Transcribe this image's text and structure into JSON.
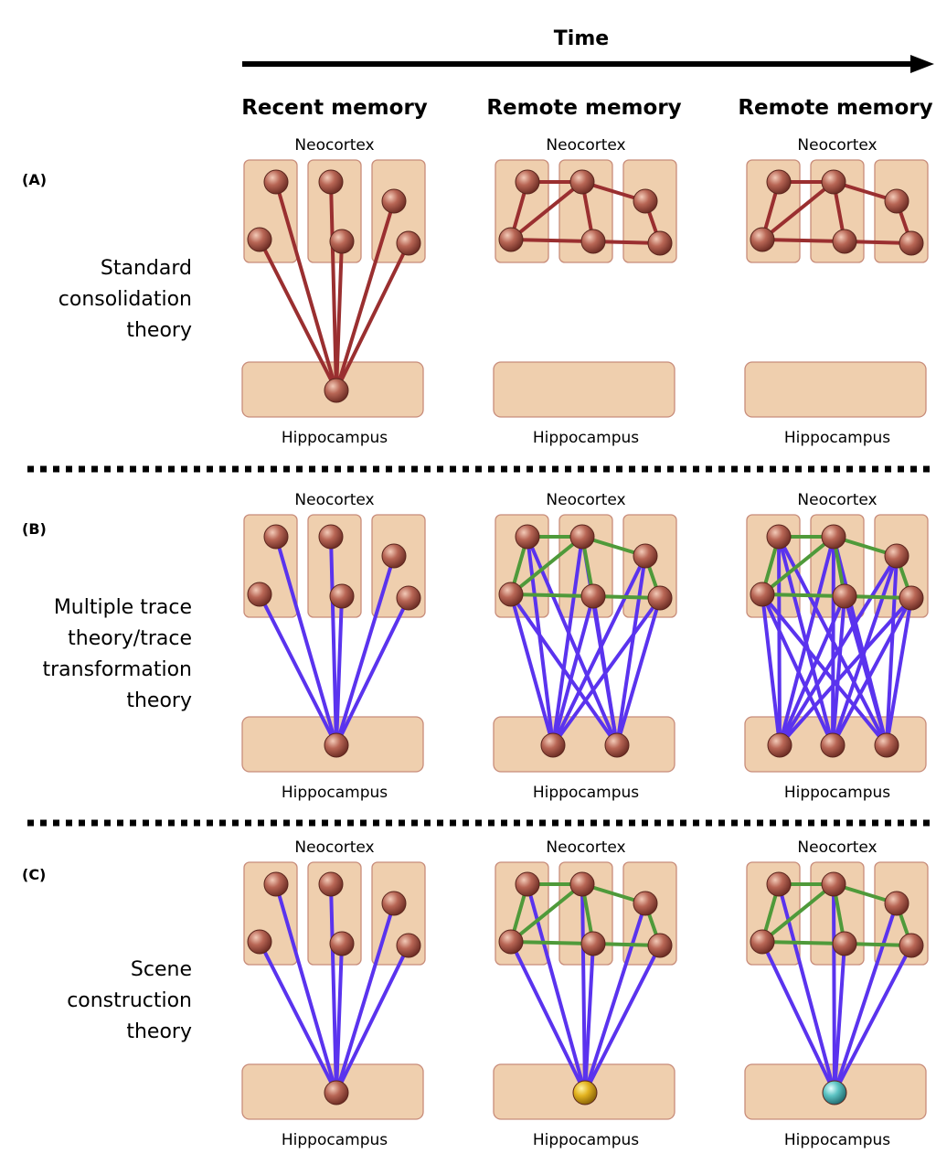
{
  "time_label": "Time",
  "columns": [
    "Recent memory",
    "Remote memory",
    "Remote memory"
  ],
  "region_labels": {
    "top": "Neocortex",
    "bottom": "Hippocampus"
  },
  "colors": {
    "box_fill": "#efcfae",
    "box_stroke": "#c88c7a",
    "neuron": "#b06050",
    "standard_link": "#9a2f30",
    "hippocampal_link": "#5a33ee",
    "cortical_link": "#4f9a3a",
    "scene_neuron_remote_1": "#e0b020",
    "scene_neuron_remote_2": "#58c0c0"
  },
  "panels": [
    {
      "id": "A",
      "label": "(A)",
      "theory_lines": [
        "Standard",
        "consolidation",
        "theory"
      ]
    },
    {
      "id": "B",
      "label": "(B)",
      "theory_lines": [
        "Multiple trace",
        "theory/trace",
        "transformation",
        "theory"
      ]
    },
    {
      "id": "C",
      "label": "(C)",
      "theory_lines": [
        "Scene",
        "construction",
        "theory"
      ]
    }
  ]
}
